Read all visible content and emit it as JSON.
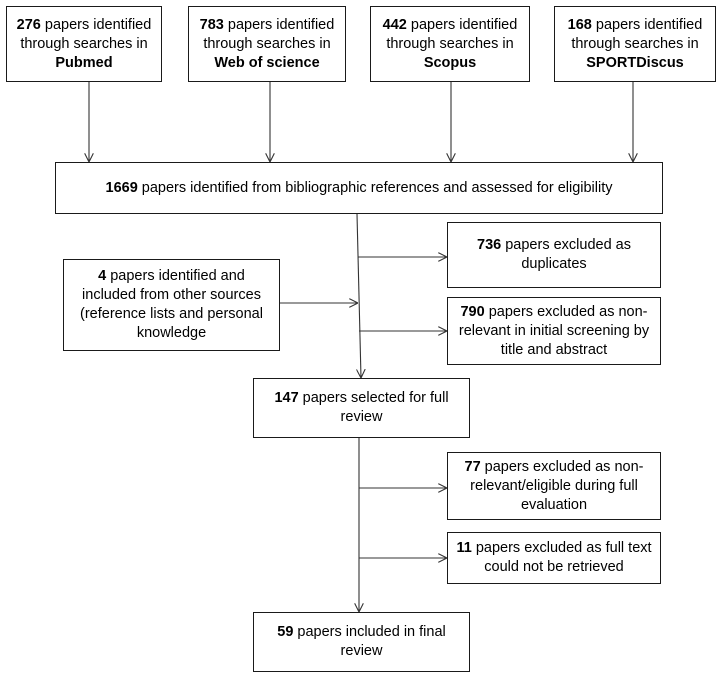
{
  "boxes": {
    "pubmed": {
      "count": "276",
      "text": "papers identified through searches in",
      "source": "Pubmed"
    },
    "wos": {
      "count": "783",
      "text": "papers identified through searches in",
      "source": "Web of science"
    },
    "scopus": {
      "count": "442",
      "text": "papers identified through searches in",
      "source": "Scopus"
    },
    "sportdiscus": {
      "count": "168",
      "text": "papers identified through searches in",
      "source": "SPORTDiscus"
    },
    "identified": {
      "count": "1669",
      "text": "papers identified from bibliographic references and assessed for eligibility"
    },
    "other_sources": {
      "count": "4",
      "text": "papers identified and included from other sources (reference lists and personal knowledge"
    },
    "duplicates": {
      "count": "736",
      "text": "papers excluded as duplicates"
    },
    "non_relevant_screening": {
      "count": "790",
      "text": "papers excluded as non-relevant in initial screening by title and abstract"
    },
    "full_review": {
      "count": "147",
      "text": "papers selected for full review"
    },
    "excluded_full_eval": {
      "count": "77",
      "text": "papers excluded as non-relevant/eligible during full evaluation"
    },
    "not_retrieved": {
      "count": "11",
      "text": "papers excluded as full text could not be retrieved"
    },
    "final": {
      "count": "59",
      "text": "papers included in final review"
    }
  }
}
